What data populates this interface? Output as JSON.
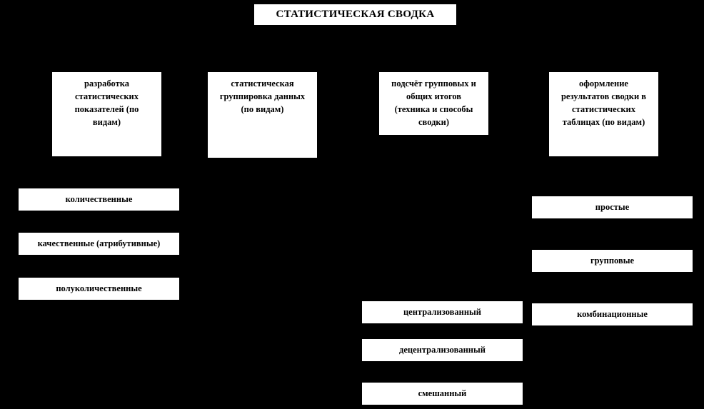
{
  "title": "СТАТИСТИЧЕСКАЯ СВОДКА",
  "stages": [
    {
      "label": "разработка статистических показателей (по видам)"
    },
    {
      "label": "статистическая группировка данных (по видам)"
    },
    {
      "label": "подсчёт групповых и общих итогов (техника и способы сводки)"
    },
    {
      "label": "оформление результатов сводки в статистических таблицах (по видам)"
    }
  ],
  "indicator_types": [
    {
      "label": "количественные"
    },
    {
      "label": "качественные (атрибутивные)"
    },
    {
      "label": "полуколичественные"
    }
  ],
  "summary_methods": [
    {
      "label": "централизованный"
    },
    {
      "label": "децентрализованный"
    },
    {
      "label": "смешанный"
    }
  ],
  "table_types": [
    {
      "label": "простые"
    },
    {
      "label": "групповые"
    },
    {
      "label": "комбинационные"
    }
  ],
  "colors": {
    "background": "#000000",
    "box_background": "#ffffff",
    "box_border": "#000000",
    "box_text": "#000000"
  }
}
